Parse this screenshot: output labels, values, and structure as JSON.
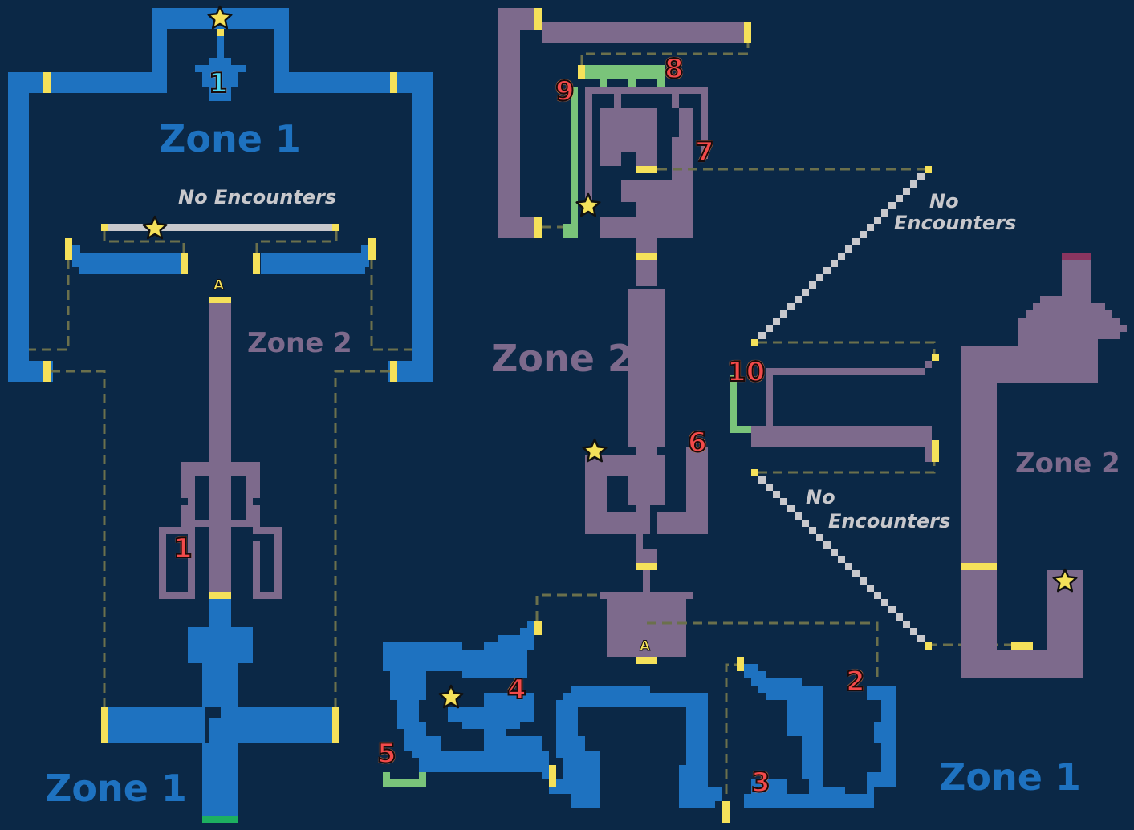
{
  "colors": {
    "background": "#0b2846",
    "zone1": "#1e72c0",
    "zone2": "#7d6a8c",
    "door": "#f5e15a",
    "no_encounter_path": "#c8c8cc",
    "secret_path": "#7ac47a",
    "connector": "#6b704c",
    "exit_green": "#1db060",
    "exit_red": "#8a3560"
  },
  "labels": {
    "zone1_top_left": "Zone 1",
    "zone1_bottom_left": "Zone 1",
    "zone1_bottom_right": "Zone 1",
    "zone2_center_left": "Zone 2",
    "zone2_center": "Zone 2",
    "zone2_right": "Zone 2",
    "no_encounters_1": "No Encounters",
    "no_encounters_2_line1": "No",
    "no_encounters_2_line2": "Encounters",
    "no_encounters_3_line1": "No",
    "no_encounters_3_line2": "Encounters"
  },
  "markers": {
    "cyan_1": "1",
    "red_1": "1",
    "red_2": "2",
    "red_3": "3",
    "red_4": "4",
    "red_5": "5",
    "red_6": "6",
    "red_7": "7",
    "red_8": "8",
    "red_9": "9",
    "red_10": "10",
    "warp_a_top": "A",
    "warp_a_bottom": "A"
  },
  "stars": [
    {
      "id": "star-zone1-top"
    },
    {
      "id": "star-no-encounter-bridge"
    },
    {
      "id": "star-zone2-upper"
    },
    {
      "id": "star-zone2-mid"
    },
    {
      "id": "star-zone1-lower"
    },
    {
      "id": "star-zone2-right"
    }
  ]
}
